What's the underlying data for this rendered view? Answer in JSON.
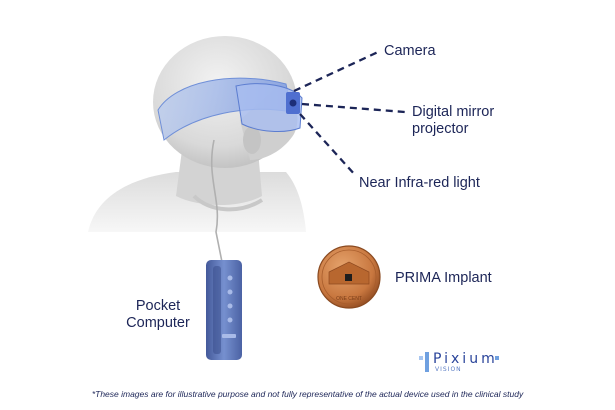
{
  "labels": {
    "camera": "Camera",
    "mirror_line1": "Digital mirror",
    "mirror_line2": "projector",
    "nir": "Near Infra-red light",
    "prima": "PRIMA Implant",
    "pocket_line1": "Pocket",
    "pocket_line2": "Computer"
  },
  "coin": {
    "top_text": "",
    "bottom_text": "ONE CENT"
  },
  "logo": {
    "brand": "Pixium",
    "sub": "VISION"
  },
  "footnote": "*These images are for illustrative purpose and not fully representative of the actual device used in the clinical study",
  "colors": {
    "text": "#1c2557",
    "leader": "#1c2557",
    "goggles": "#8aa6e0",
    "coin": "#c8773f",
    "computer": "#5f7ab8"
  }
}
